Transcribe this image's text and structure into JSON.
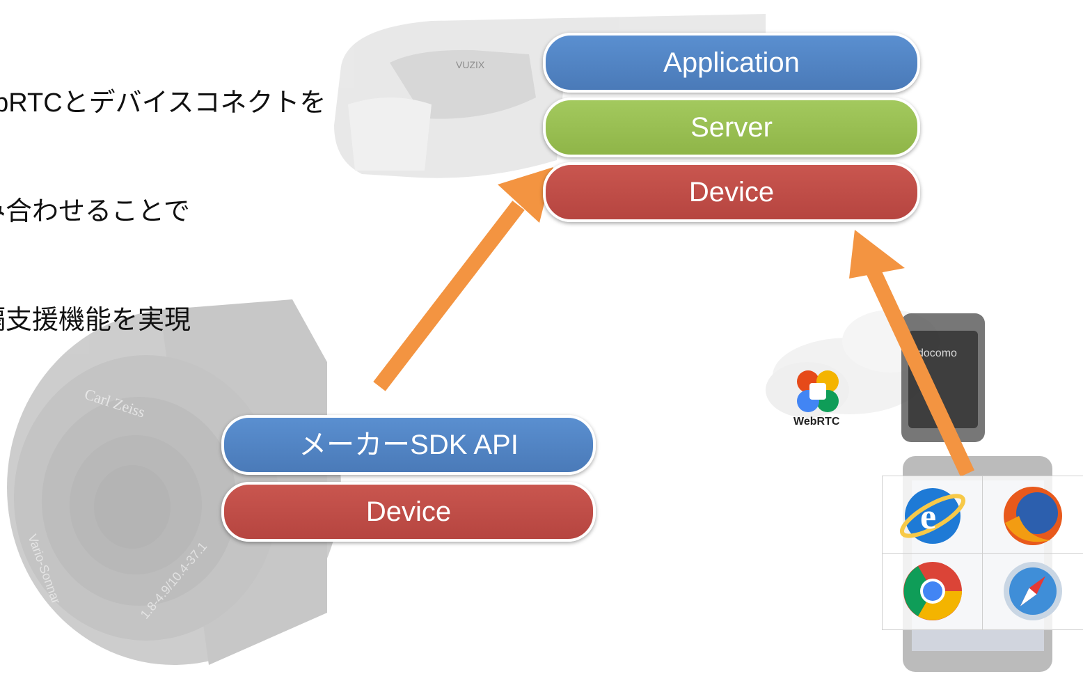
{
  "caption": {
    "line1": "ebRTCとデバイスコネクトを",
    "line2": "み合わせることで",
    "line3": "隔支援機能を実現"
  },
  "stack_top": {
    "application": "Application",
    "server": "Server",
    "device": "Device"
  },
  "stack_camera": {
    "sdk": "メーカーSDK API",
    "device": "Device"
  },
  "product_text": {
    "headset_brand": "VUZIX",
    "lens_brand": "Carl Zeiss",
    "lens_model": "Vario-Sonnar",
    "lens_spec": "1.8-4.9/10.4-37.1",
    "phone_brand": "docomo"
  },
  "webrtc_label": "WebRTC",
  "colors": {
    "blue": "#4a7ab8",
    "green": "#8fb548",
    "red": "#b64540",
    "arrow": "#f39441"
  },
  "browser_icons": [
    "internet-explorer",
    "firefox",
    "chrome",
    "safari"
  ]
}
